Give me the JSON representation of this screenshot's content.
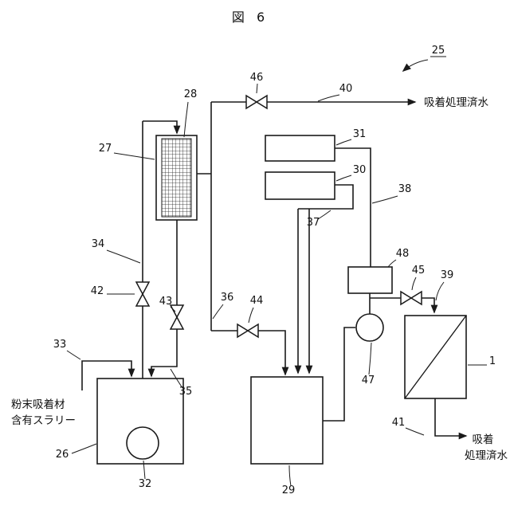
{
  "figure_title": "図 6",
  "labels": {
    "n1": "1",
    "n25": "25",
    "n26": "26",
    "n27": "27",
    "n28": "28",
    "n29": "29",
    "n30": "30",
    "n31": "31",
    "n32": "32",
    "n33": "33",
    "n34": "34",
    "n35": "35",
    "n36": "36",
    "n37": "37",
    "n38": "38",
    "n39": "39",
    "n40": "40",
    "n41": "41",
    "n42": "42",
    "n43": "43",
    "n44": "44",
    "n45": "45",
    "n46": "46",
    "n47": "47",
    "n48": "48"
  },
  "texts": {
    "treated_water_top": "吸着処理済水",
    "slurry_line1": "粉末吸着材",
    "slurry_line2": "含有スラリー",
    "treated_water_bottom_line1": "吸着",
    "treated_water_bottom_line2": "処理済水"
  },
  "colors": {
    "line": "#1a1a1a",
    "background": "#ffffff"
  }
}
